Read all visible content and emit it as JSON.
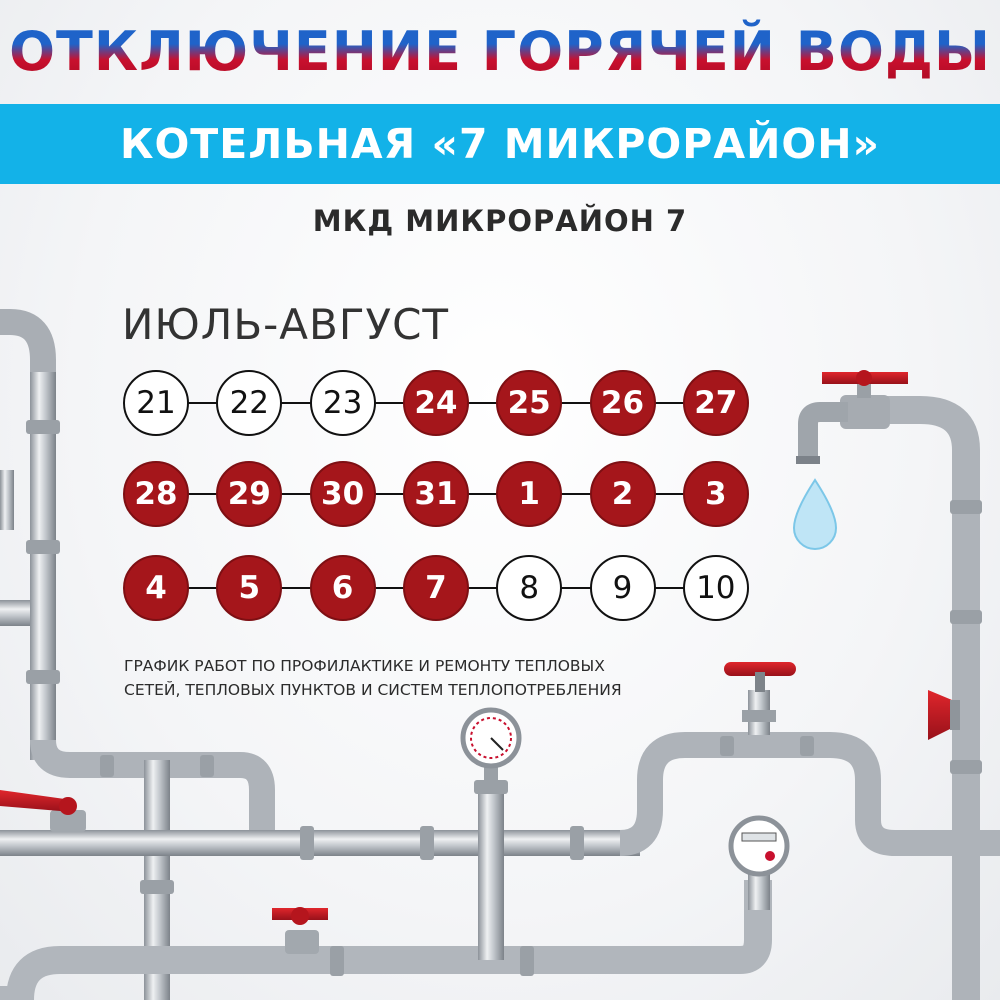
{
  "header": {
    "title": "ОТКЛЮЧЕНИЕ ГОРЯЧЕЙ ВОДЫ",
    "subtitle": "КОТЕЛЬНАЯ «7 МИКРОРАЙОН»",
    "district": "МКД МИКРОРАЙОН 7"
  },
  "schedule": {
    "period": "ИЮЛЬ-АВГУСТ",
    "rows": [
      [
        {
          "day": "21",
          "off": false
        },
        {
          "day": "22",
          "off": false
        },
        {
          "day": "23",
          "off": false
        },
        {
          "day": "24",
          "off": true
        },
        {
          "day": "25",
          "off": true
        },
        {
          "day": "26",
          "off": true
        },
        {
          "day": "27",
          "off": true
        }
      ],
      [
        {
          "day": "28",
          "off": true
        },
        {
          "day": "29",
          "off": true
        },
        {
          "day": "30",
          "off": true
        },
        {
          "day": "31",
          "off": true
        },
        {
          "day": "1",
          "off": true
        },
        {
          "day": "2",
          "off": true
        },
        {
          "day": "3",
          "off": true
        }
      ],
      [
        {
          "day": "4",
          "off": true
        },
        {
          "day": "5",
          "off": true
        },
        {
          "day": "6",
          "off": true
        },
        {
          "day": "7",
          "off": true
        },
        {
          "day": "8",
          "off": false
        },
        {
          "day": "9",
          "off": false
        },
        {
          "day": "10",
          "off": false
        }
      ]
    ]
  },
  "note": {
    "line1": "ГРАФИК РАБОТ ПО ПРОФИЛАКТИКЕ И РЕМОНТУ ТЕПЛОВЫХ",
    "line2": "СЕТЕЙ, ТЕПЛОВЫХ ПУНКТОВ И СИСТЕМ ТЕПЛОПОТРЕБЛЕНИЯ"
  },
  "illustration": {
    "icons": [
      "pipe-network",
      "water-tap-icon",
      "water-drop-icon",
      "valve-wheel-icon",
      "pressure-gauge-icon",
      "water-meter-icon"
    ]
  },
  "colors": {
    "title_blue": "#1f63c9",
    "title_red": "#c8102e",
    "band": "#13b2e8",
    "off_day": "#a5161b",
    "pipe": "#b9bec5"
  }
}
